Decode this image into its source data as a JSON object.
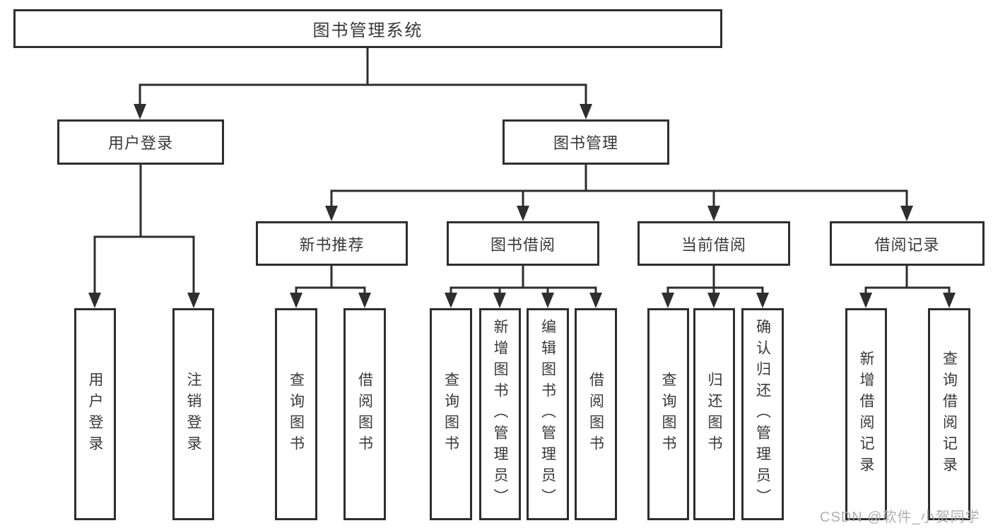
{
  "diagram": {
    "root": "图书管理系统",
    "user_login": {
      "label": "用户登录",
      "children": [
        "用户登录",
        "注销登录"
      ]
    },
    "book_mgmt": {
      "label": "图书管理",
      "new_book_rec": {
        "label": "新书推荐",
        "children": [
          "查询图书",
          "借阅图书"
        ]
      },
      "book_borrow": {
        "label": "图书借阅",
        "children": [
          "查询图书",
          "新增图书（管理员）",
          "编辑图书（管理员）",
          "借阅图书"
        ]
      },
      "current_borrow": {
        "label": "当前借阅",
        "children": [
          "查询图书",
          "归还图书",
          "确认归还（管理员）"
        ]
      },
      "borrow_records": {
        "label": "借阅记录",
        "children": [
          "新增借阅记录",
          "查询借阅记录"
        ]
      }
    }
  },
  "watermark": "CSDN @软件_小贺同学",
  "colors": {
    "line": "#2e2e2e",
    "text": "#383838",
    "watermark": "#a8a8a8",
    "background": "#ffffff"
  }
}
